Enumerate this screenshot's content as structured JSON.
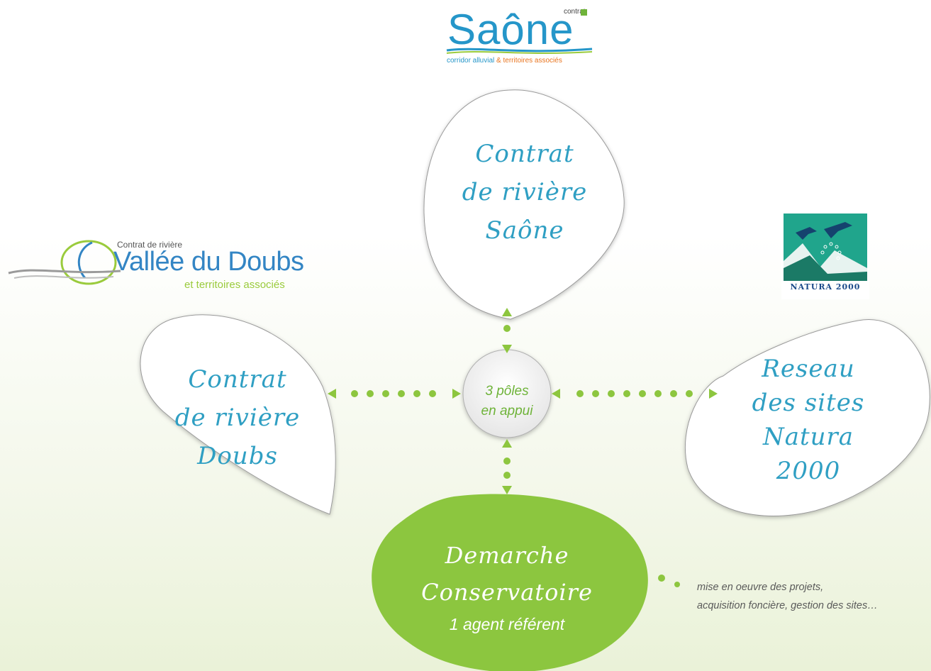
{
  "petals": {
    "top": [
      "Contrat",
      "de rivière",
      "Saône"
    ],
    "left": [
      "Contrat",
      "de rivière",
      "Doubs"
    ],
    "right": [
      "Reseau",
      "des sites",
      "Natura",
      "2000"
    ]
  },
  "center": [
    "3 pôles",
    "en appui"
  ],
  "bottom": {
    "line1": "Demarche",
    "line2": "Conservatoire",
    "line3": "1 agent référent"
  },
  "note": [
    "mise en oeuvre  des projets,",
    "acquisition foncière,  gestion  des sites…"
  ],
  "logos": {
    "saone": {
      "word": "Saône",
      "contrat": "contrat",
      "sub_a": "corridor alluvial ",
      "sub_b": "& territoires associés"
    },
    "doubs": {
      "small": "Contrat de rivière",
      "big": "Vallée du Doubs",
      "sub": "et territoires associés"
    },
    "natura": {
      "text": "NATURA 2000"
    }
  },
  "colors": {
    "accent_green": "#8dc63f",
    "text_blue": "#2f9fc3",
    "center_green": "#6fb33a",
    "bottom_fill": "#8cc63f"
  }
}
